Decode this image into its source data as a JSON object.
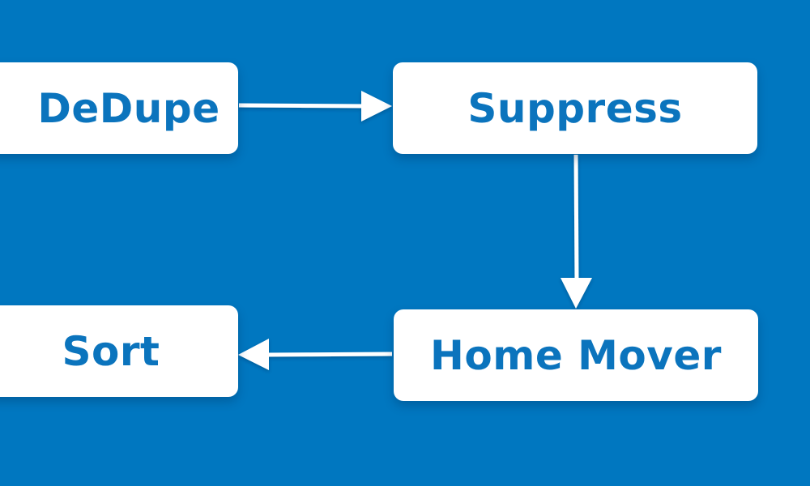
{
  "diagram": {
    "nodes": [
      {
        "id": "dedupe",
        "label": "DeDupe"
      },
      {
        "id": "suppress",
        "label": "Suppress"
      },
      {
        "id": "homemover",
        "label": "Home Mover"
      },
      {
        "id": "sort",
        "label": "Sort"
      }
    ],
    "edges": [
      {
        "from": "dedupe",
        "to": "suppress"
      },
      {
        "from": "suppress",
        "to": "homemover"
      },
      {
        "from": "homemover",
        "to": "sort"
      }
    ],
    "colors": {
      "background": "#0077c0",
      "node_fill": "#ffffff",
      "node_text": "#0b74bd",
      "arrow": "#ffffff"
    }
  }
}
